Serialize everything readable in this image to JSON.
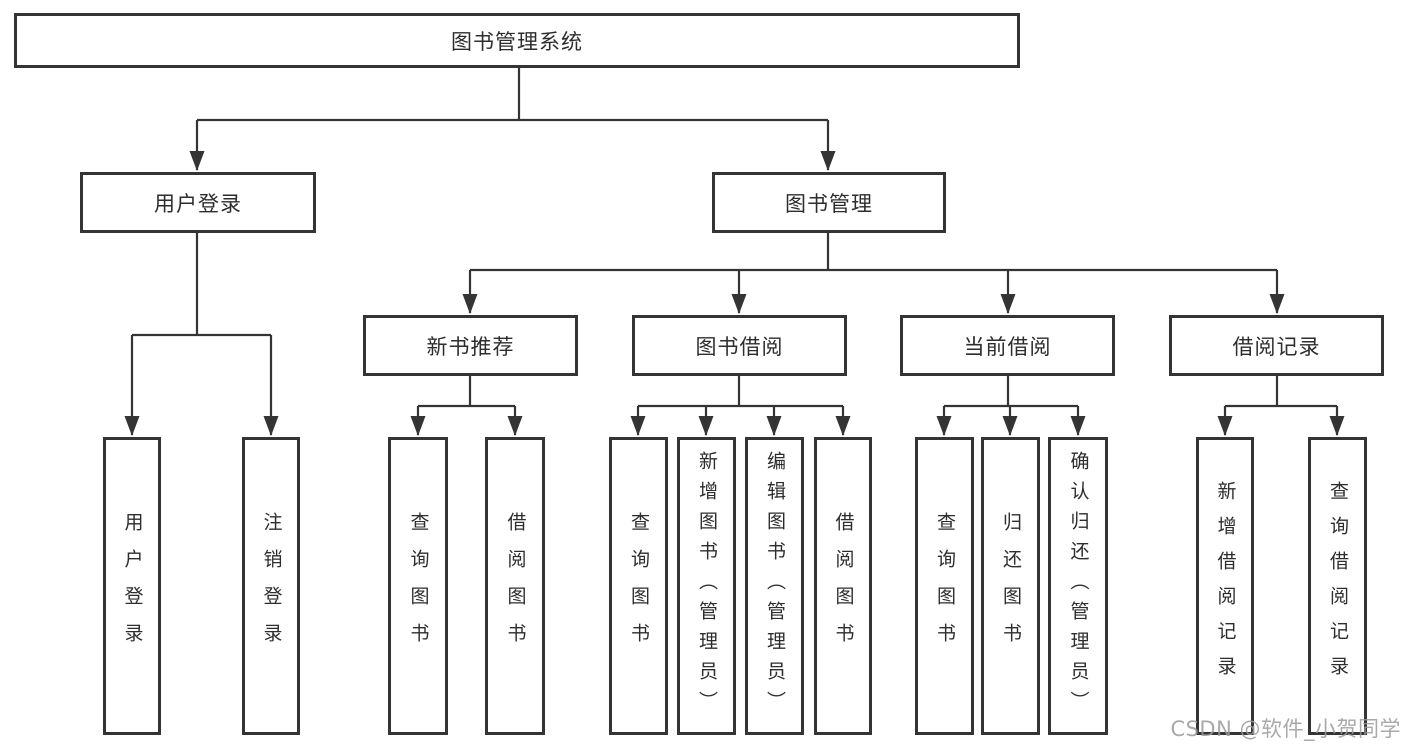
{
  "nodes": {
    "root": "图书管理系统",
    "userLogin": "用户登录",
    "bookMgmt": "图书管理",
    "newBookRec": "新书推荐",
    "bookBorrow": "图书借阅",
    "currentBorrow": "当前借阅",
    "borrowRecord": "借阅记录",
    "leafUserLogin": "用户登录",
    "leafLogout": "注销登录",
    "nbQuery": "查询图书",
    "nbBorrow": "借阅图书",
    "bbQuery": "查询图书",
    "bbAdd": "新增图书（管理员）",
    "bbEdit": "编辑图书（管理员）",
    "bbBorrow": "借阅图书",
    "cbQuery": "查询图书",
    "cbReturn": "归还图书",
    "cbConfirm": "确认归还（管理员）",
    "brAdd": "新增借阅记录",
    "brQuery": "查询借阅记录"
  },
  "colors": {
    "line": "#343434",
    "text": "#2d2d2d",
    "watermark": "#9b9b9b"
  },
  "watermark": "CSDN @软件_小贺同学"
}
